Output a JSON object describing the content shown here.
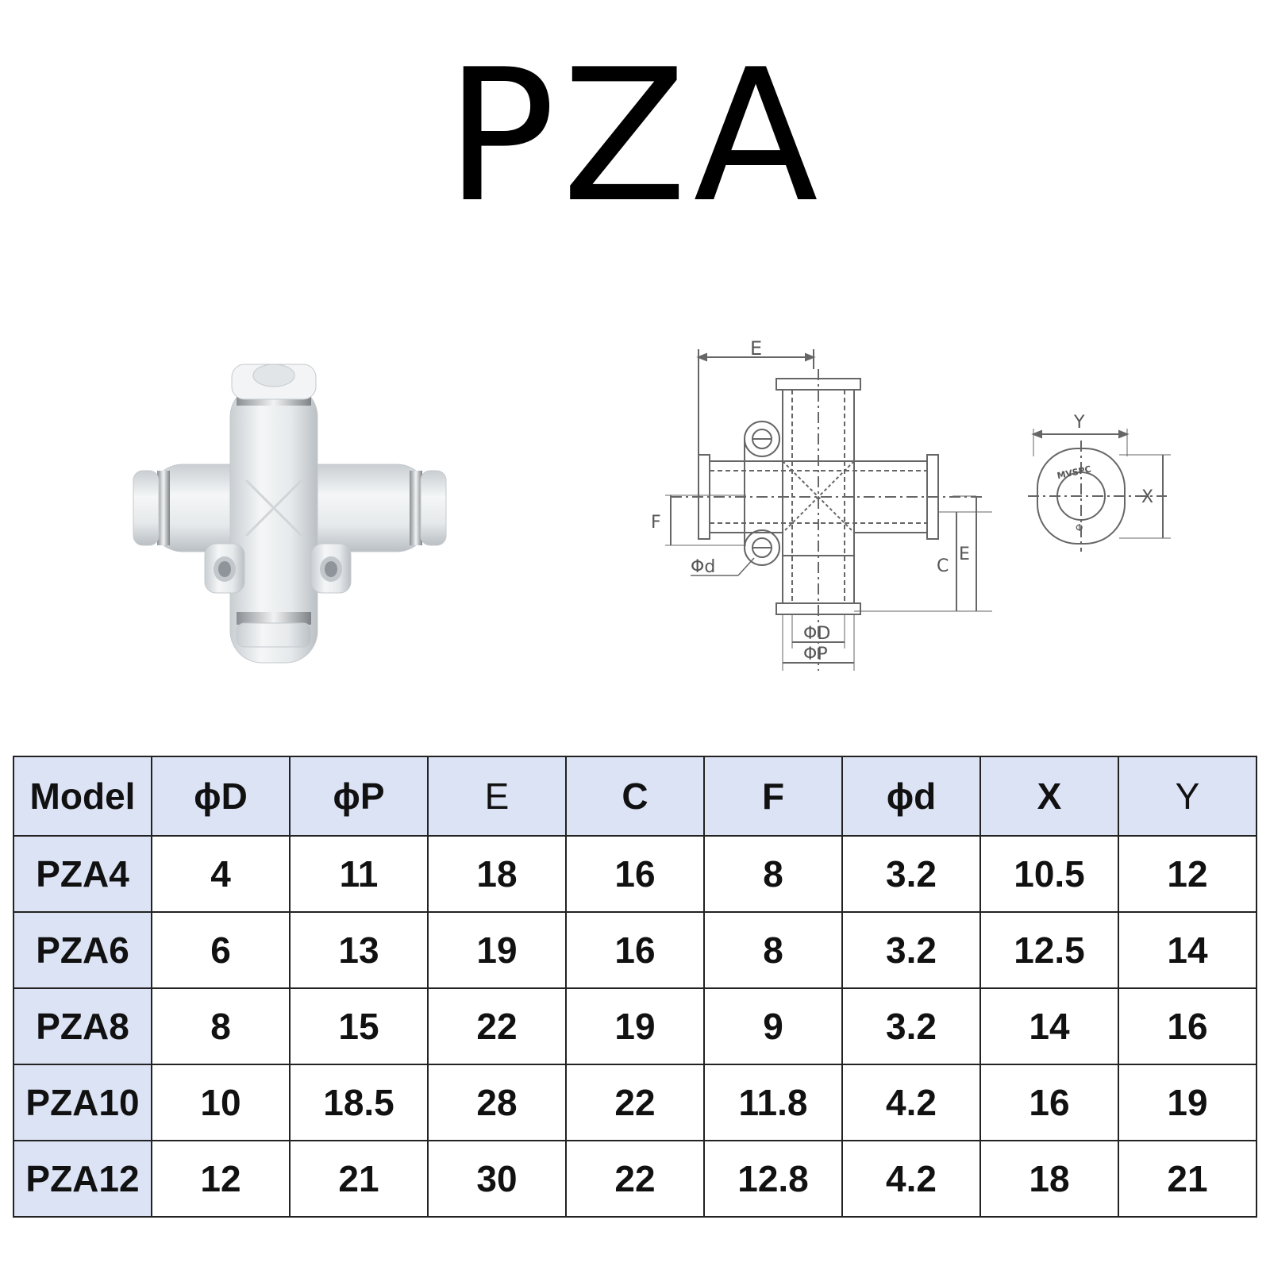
{
  "title": "PZA",
  "drawing": {
    "labels": {
      "E_top": "E",
      "F": "F",
      "phi_d": "Φd",
      "C": "C",
      "E_side": "E",
      "phi_D": "ΦD",
      "phi_P": "ΦP",
      "Y": "Y",
      "X": "X",
      "logo": "MVSPC"
    }
  },
  "table": {
    "headers": [
      "Model",
      "ϕD",
      "ϕP",
      "E",
      "C",
      "F",
      "ϕd",
      "X",
      "Y"
    ],
    "rows": [
      [
        "PZA4",
        "4",
        "11",
        "18",
        "16",
        "8",
        "3.2",
        "10.5",
        "12"
      ],
      [
        "PZA6",
        "6",
        "13",
        "19",
        "16",
        "8",
        "3.2",
        "12.5",
        "14"
      ],
      [
        "PZA8",
        "8",
        "15",
        "22",
        "19",
        "9",
        "3.2",
        "14",
        "16"
      ],
      [
        "PZA10",
        "10",
        "18.5",
        "28",
        "22",
        "11.8",
        "4.2",
        "16",
        "19"
      ],
      [
        "PZA12",
        "12",
        "21",
        "30",
        "22",
        "12.8",
        "4.2",
        "18",
        "21"
      ]
    ]
  },
  "colors": {
    "header_fill": "#dbe3f5",
    "fitting_body": "#eceff1",
    "drawing_line": "#666666"
  }
}
